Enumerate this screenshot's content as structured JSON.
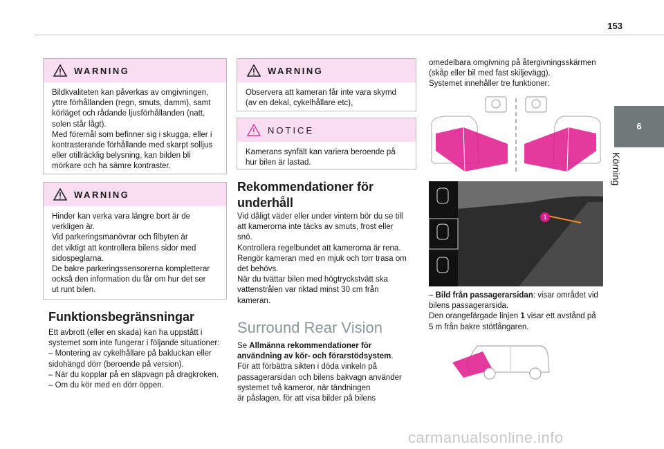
{
  "page_number": "153",
  "chapter": {
    "number": "6",
    "label": "Körning"
  },
  "col1": {
    "warning1": {
      "title": "WARNING",
      "lines": [
        "Bildkvaliteten kan påverkas av omgivningen,",
        "yttre förhållanden (regn, smuts, damm), samt",
        "körläget och rådande ljusförhållanden (natt,",
        "solen står lågt).",
        "Med föremål som befinner sig i skugga, eller i",
        "kontrasterande förhållande med skarpt solljus",
        "eller otillräcklig belysning, kan bilden bli",
        "mörkare och ha sämre kontraster."
      ]
    },
    "warning2": {
      "title": "WARNING",
      "lines": [
        "Hinder kan verka vara längre bort är de",
        "verkligen är.",
        "Vid parkeringsmanövrar och filbyten är",
        "det viktigt att kontrollera bilens sidor med",
        "sidospeglarna.",
        "De bakre parkeringssensorerna kompletterar",
        "också den information du får om hur det ser",
        "ut runt bilen."
      ]
    },
    "heading": "Funktionsbegränsningar",
    "lines": [
      "Ett avbrott (eller en skada) kan ha uppstått i",
      "systemet som inte fungerar i följande situationer:",
      "–  Montering av cykelhållare på bakluckan eller",
      "sidohängd dörr (beroende på version).",
      "–  När du kopplar på en släpvagn på dragkroken.",
      "–  Om du kör med en dörr öppen."
    ]
  },
  "col2": {
    "warning3": {
      "title": "WARNING",
      "lines": [
        "Observera att kameran får inte vara skymd",
        "(av en dekal, cykelhållare etc),"
      ]
    },
    "notice": {
      "title": "NOTICE",
      "lines": [
        "Kamerans synfält kan variera beroende på",
        "hur bilen är lastad."
      ]
    },
    "heading_line1": "Rekommendationer för",
    "heading_line2": "underhåll",
    "lines": [
      "Vid dåligt väder eller under vintern bör du se till",
      "att kamerorna inte täcks av smuts, frost eller",
      "snö.",
      "Kontrollera regelbundet att kamerorna är rena.",
      "Rengör kameran med en mjuk och torr trasa om",
      "det behövs.",
      "När du tvättar bilen med högtryckstvätt ska",
      "vattenstrålen var riktad minst 30 cm från",
      "kameran."
    ],
    "sr_title": "Surround Rear Vision",
    "sr_intro_a": "Se ",
    "sr_intro_bold1": "Allmänna rekommendationer för",
    "sr_intro_bold2": "användning av kör- och förarstödsystem",
    "sr_intro_b": ".",
    "sr_lines": [
      "För att förbättra sikten i döda vinkeln på",
      "passagerarsidan och bilens bakvagn använder",
      "systemet två kameror, när tändningen",
      "är påslagen, för att visa bilder på bilens"
    ]
  },
  "col3": {
    "lines": [
      "omedelbara omgivning på återgivningsskärmen",
      "(skåp eller bil med fast skiljevägg).",
      "Systemet innehåller tre funktioner:"
    ],
    "bullet_dash": "–  ",
    "bullet_bold": "Bild från passagerarsidan",
    "bullet_rest1": ": visar området vid",
    "bullet_rest2": "bilens passagerarsida.",
    "line_a": "Den orangefärgade linjen ",
    "line_bold": "1",
    "line_b": " visar ett avstånd på",
    "line_c": "5 m från bakre stötfångaren.",
    "marker_label": "1"
  },
  "watermark": "carmanualsonline.info",
  "colors": {
    "accent_pink": "#e0188c",
    "box_header": "#fadcf3",
    "chapter_tab": "#6f7a7a",
    "title_grey": "#8a9898"
  }
}
